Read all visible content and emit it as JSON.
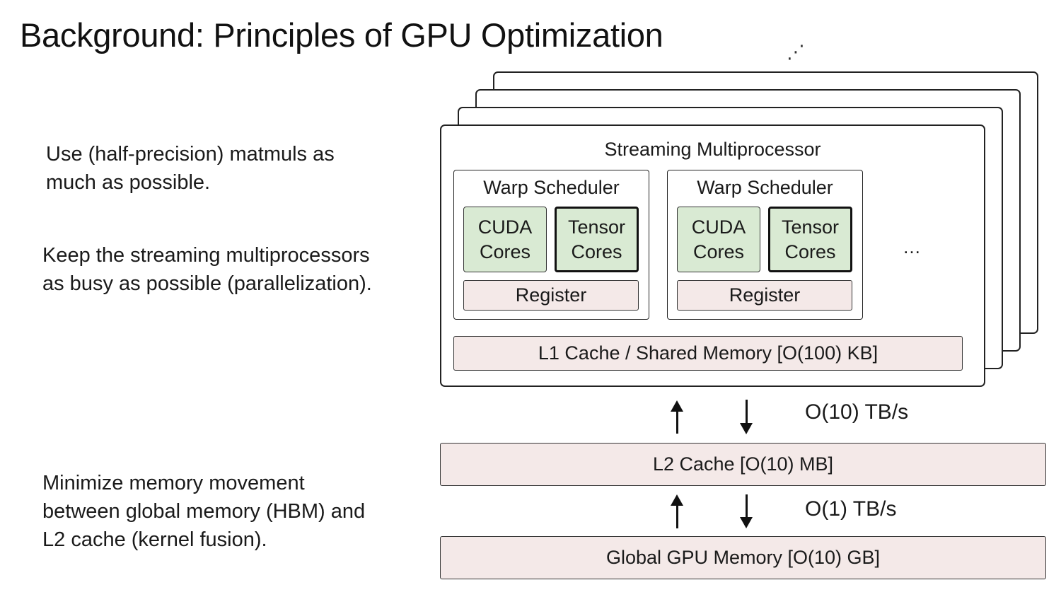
{
  "title": "Background: Principles of GPU Optimization",
  "bullets": [
    {
      "lines": [
        "Use (half-precision) matmuls as",
        "much as possible."
      ]
    },
    {
      "lines": [
        "Keep the streaming multiprocessors",
        "as busy as possible (parallelization)."
      ]
    },
    {
      "lines": [
        "Minimize memory movement",
        "between global memory (HBM) and",
        "L2 cache (kernel fusion)."
      ]
    }
  ],
  "diagram": {
    "stack_ellipsis": "⋰",
    "sm_label": "Streaming Multiprocessor",
    "warp_schedulers": [
      {
        "label": "Warp Scheduler",
        "cuda": [
          "CUDA",
          "Cores"
        ],
        "tensor": [
          "Tensor",
          "Cores"
        ],
        "register": "Register"
      },
      {
        "label": "Warp Scheduler",
        "cuda": [
          "CUDA",
          "Cores"
        ],
        "tensor": [
          "Tensor",
          "Cores"
        ],
        "register": "Register"
      }
    ],
    "ws_ellipsis": "…",
    "l1": "L1 Cache / Shared Memory [O(100) KB]",
    "bw_l1_l2": "O(10) TB/s",
    "l2": "L2 Cache [O(10) MB]",
    "bw_l2_hbm": "O(1) TB/s",
    "global": "Global GPU Memory [O(10) GB]"
  },
  "colors": {
    "core_fill": "#d9ead3",
    "memory_fill": "#f4e9e8",
    "stroke": "#222222"
  }
}
